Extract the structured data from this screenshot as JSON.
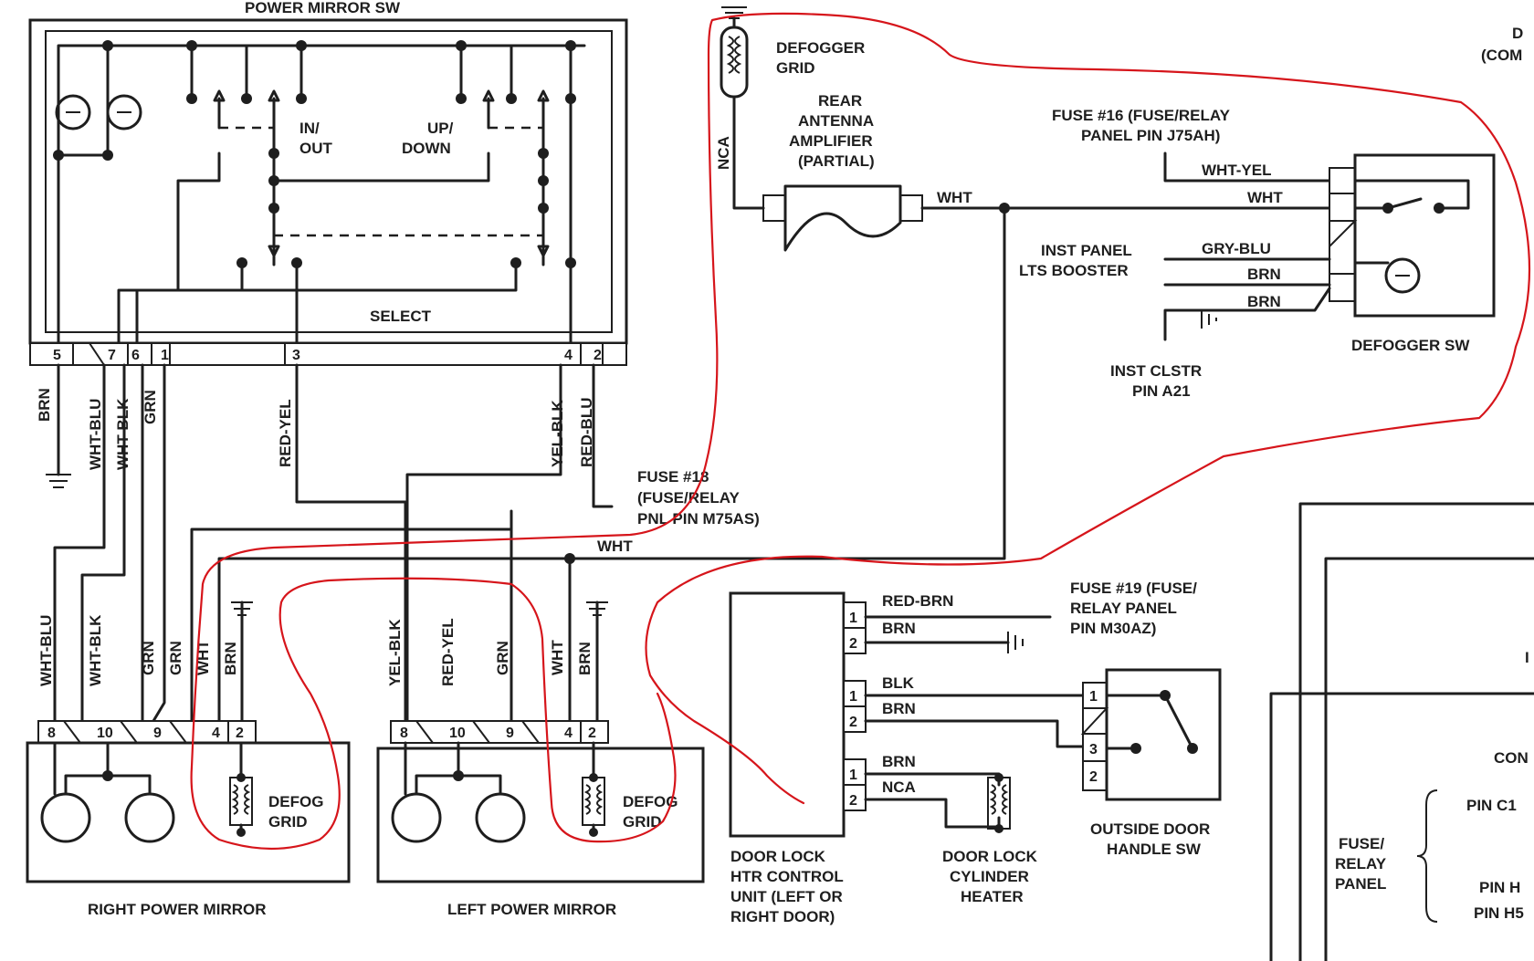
{
  "labels": {
    "power_mirror_sw": "POWER MIRROR SW",
    "in_out_1": "IN/",
    "in_out_2": "OUT",
    "up_down_1": "UP/",
    "up_down_2": "DOWN",
    "select": "SELECT",
    "defogger_grid_1": "DEFOGGER",
    "defogger_grid_2": "GRID",
    "rear_antenna_1": "REAR",
    "rear_antenna_2": "ANTENNA",
    "rear_antenna_3": "AMPLIFIER",
    "rear_antenna_4": "(PARTIAL)",
    "fuse16_1": "FUSE #16 (FUSE/RELAY",
    "fuse16_2": "PANEL PIN J75AH)",
    "inst_panel_1": "INST PANEL",
    "inst_panel_2": "LTS BOOSTER",
    "inst_clstr_1": "INST CLSTR",
    "inst_clstr_2": "PIN A21",
    "defogger_sw": "DEFOGGER SW",
    "fuse18_1": "FUSE #18",
    "fuse18_2": "(FUSE/RELAY",
    "fuse18_3": "PNL PIN M75AS)",
    "fuse19_1": "FUSE #19 (FUSE/",
    "fuse19_2": "RELAY PANEL",
    "fuse19_3": "PIN M30AZ)",
    "defog_grid_r_1": "DEFOG",
    "defog_grid_r_2": "GRID",
    "defog_grid_l_1": "DEFOG",
    "defog_grid_l_2": "GRID",
    "right_power_mirror": "RIGHT POWER MIRROR",
    "left_power_mirror": "LEFT POWER MIRROR",
    "door_lock_htr_1": "DOOR LOCK",
    "door_lock_htr_2": "HTR CONTROL",
    "door_lock_htr_3": "UNIT (LEFT OR",
    "door_lock_htr_4": "RIGHT DOOR)",
    "door_lock_cyl_1": "DOOR LOCK",
    "door_lock_cyl_2": "CYLINDER",
    "door_lock_cyl_3": "HEATER",
    "outside_door_1": "OUTSIDE DOOR",
    "outside_door_2": "HANDLE SW",
    "fuse_relay_panel_1": "FUSE/",
    "fuse_relay_panel_2": "RELAY",
    "fuse_relay_panel_3": "PANEL",
    "right_edge_d": "D",
    "right_edge_com": "(COM",
    "right_edge_con": "CON",
    "right_edge_pin_c": "PIN C1",
    "right_edge_pin_h": "PIN H",
    "right_edge_pin_h5": "PIN H5",
    "right_edge_i": "I"
  },
  "wires": {
    "brn": "BRN",
    "wht_blu": "WHT-BLU",
    "wht_blk": "WHT-BLK",
    "grn": "GRN",
    "red_yel": "RED-YEL",
    "yel_blk": "YEL-BLK",
    "red_blu": "RED-BLU",
    "wht": "WHT",
    "nca": "NCA",
    "wht_yel": "WHT-YEL",
    "gry_blu": "GRY-BLU",
    "red_brn": "RED-BRN",
    "blk": "BLK"
  },
  "pins": {
    "sw": [
      "5",
      "7",
      "6",
      "1",
      "3",
      "4",
      "2"
    ],
    "mirror": [
      "8",
      "10",
      "9",
      "4",
      "2"
    ],
    "small": [
      "1",
      "2",
      "3"
    ]
  }
}
